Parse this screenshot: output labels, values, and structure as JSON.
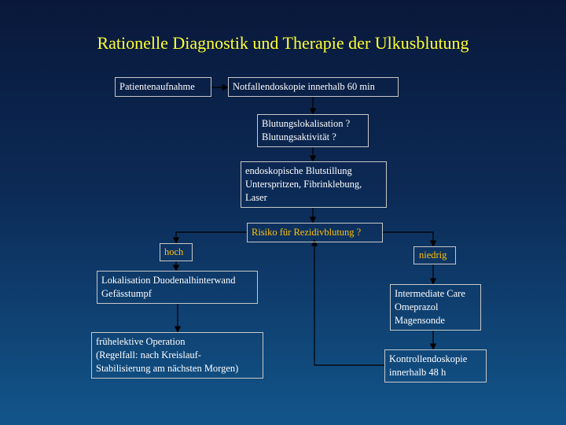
{
  "slide": {
    "title": "Rationelle Diagnostik und Therapie der Ulkusblutung"
  },
  "nodes": {
    "patientenaufnahme": "Patientenaufnahme",
    "notfallendoskopie": "Notfallendoskopie innerhalb 60 min",
    "blutung": [
      "Blutungslokalisation ?",
      "Blutungsaktivität ?"
    ],
    "blutstillung": [
      "endoskopische Blutstillung",
      "Unterspritzen, Fibrinklebung,",
      "Laser"
    ],
    "rezidiv": "Risiko für Rezidivblutung ?",
    "hoch": "hoch",
    "niedrig": "niedrig",
    "lokalisation": [
      "Lokalisation Duodenalhinterwand",
      "Gefässtumpf"
    ],
    "operation": [
      "frühelektive Operation",
      "(Regelfall: nach Kreislauf-",
      "Stabilisierung am nächsten Morgen)"
    ],
    "intermediate": [
      "Intermediate Care",
      "Omeprazol",
      "Magensonde"
    ],
    "kontroll": [
      "Kontrollendoskopie",
      "innerhalb 48 h"
    ]
  },
  "colors": {
    "title": "#ffff33",
    "text": "#ffffff",
    "risk_text": "#ffc000",
    "lines": "#000000",
    "box_border": "#c8c8c8"
  }
}
